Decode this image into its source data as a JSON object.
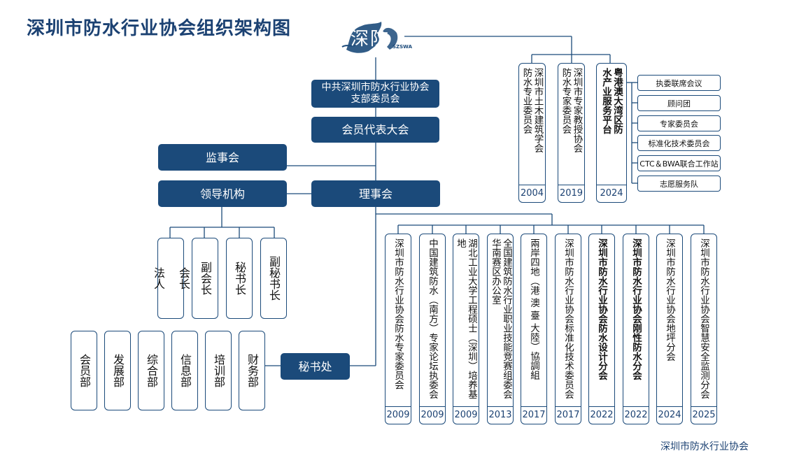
{
  "title": "深圳市防水行业协会组织架构图",
  "footer": "深圳市防水行业协会",
  "logo": {
    "icon": "swa-logo-icon",
    "text": "深防",
    "subtext": "SZSWA"
  },
  "colors": {
    "navy": "#1b4a7a",
    "title": "#1b4172",
    "line": "#1b4a7a"
  },
  "party": "中共深圳市防水行业协会\n支部委员会",
  "congress": "会员代表大会",
  "supervisors": "监事会",
  "leadership": "领导机构",
  "council": "理事会",
  "secretariat": "秘书处",
  "leaders": [
    "会长\n\n法人",
    "副会长",
    "秘书长",
    "副秘书长"
  ],
  "departments": [
    "会员部",
    "发展部",
    "综合部",
    "信息部",
    "培训部",
    "财务部"
  ],
  "upper_units": [
    {
      "name": "深圳市土木建筑学会\n防水专业委员会",
      "year": "2004"
    },
    {
      "name": "深圳市专家教授协会\n防水专家委员会",
      "year": "2019"
    },
    {
      "name": "粤港澳大湾区防\n水产业服务平台",
      "year": "2024"
    }
  ],
  "platform_items": [
    "执委联席会议",
    "顾问团",
    "专家委员会",
    "标准化技术委员会",
    "CTC＆BWA联合工作站",
    "志愿服务队"
  ],
  "branches": [
    {
      "name": "深圳市防水行业协会防水专家委员会",
      "year": "2009"
    },
    {
      "name": "中国建筑防水（南方）专家论坛执委会",
      "year": "2009"
    },
    {
      "name": "湖北工业大学工程硕士（深圳）培养基地",
      "year": "2009"
    },
    {
      "name": "全国建筑防水行业职业技能竞赛组委会华南赛区办公室",
      "year": "2013"
    },
    {
      "name": "兩岸四地（港 澳 臺 大陸）協調組",
      "year": "2017"
    },
    {
      "name": "深圳市防水行业协会标准化技术委员会",
      "year": "2017"
    },
    {
      "name": "深圳市防水行业协会防水设计分会",
      "year": "2022"
    },
    {
      "name": "深圳市防水行业协会刚性防水分会",
      "year": "2022"
    },
    {
      "name": "深圳市防水行业协会地坪分会",
      "year": "2024"
    },
    {
      "name": "深圳市防水行业协会智慧安全监测分会",
      "year": "2025"
    }
  ]
}
